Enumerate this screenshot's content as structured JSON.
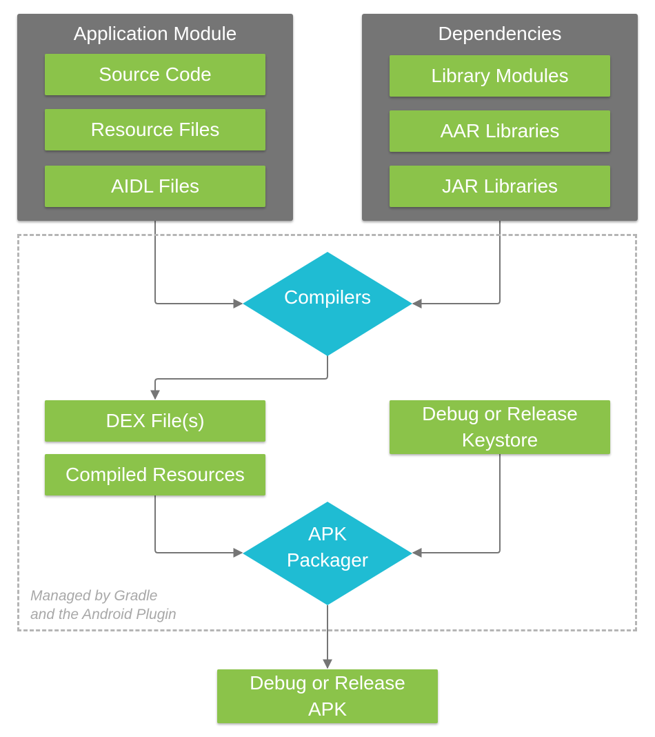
{
  "application_module": {
    "title": "Application Module",
    "items": [
      "Source Code",
      "Resource Files",
      "AIDL Files"
    ]
  },
  "dependencies": {
    "title": "Dependencies",
    "items": [
      "Library Modules",
      "AAR Libraries",
      "JAR Libraries"
    ]
  },
  "compilers": {
    "label": "Compilers"
  },
  "outputs": {
    "dex": "DEX File(s)",
    "compiled_resources": "Compiled Resources"
  },
  "keystore": {
    "line1": "Debug or Release",
    "line2": "Keystore"
  },
  "packager": {
    "line1": "APK",
    "line2": "Packager"
  },
  "final_apk": {
    "line1": "Debug or Release",
    "line2": "APK"
  },
  "managed_note": {
    "line1": "Managed by Gradle",
    "line2": "and the Android Plugin"
  },
  "colors": {
    "panel": "#757575",
    "green_box": "#8bc34a",
    "diamond": "#1fbcd3",
    "connector": "#757575",
    "dashed_border": "#b5b5b5"
  }
}
